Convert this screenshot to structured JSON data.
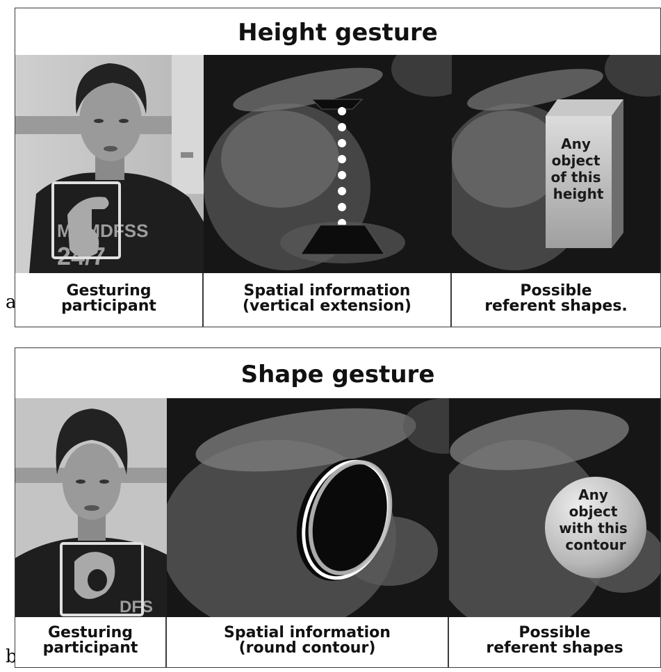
{
  "panel_a": {
    "letter": "a)",
    "title": "Height gesture",
    "captions": [
      {
        "line1": "Gesturing",
        "line2": "participant"
      },
      {
        "line1": "Spatial information",
        "line2": "(vertical extension)"
      },
      {
        "line1": "Possible",
        "line2": "referent shapes."
      }
    ],
    "shirt_text_1": "MDMDFSS",
    "shirt_text_2": "24/7",
    "referent_text": [
      "Any",
      "object",
      "of this",
      "height"
    ]
  },
  "panel_b": {
    "letter": "b)",
    "title": "Shape gesture",
    "captions": [
      {
        "line1": "Gesturing",
        "line2": "participant"
      },
      {
        "line1": "Spatial information",
        "line2": "(round contour)"
      },
      {
        "line1": "Possible",
        "line2": "referent shapes"
      }
    ],
    "shirt_text_1": "DFS",
    "referent_text": [
      "Any",
      "object",
      "with this",
      "contour"
    ]
  }
}
